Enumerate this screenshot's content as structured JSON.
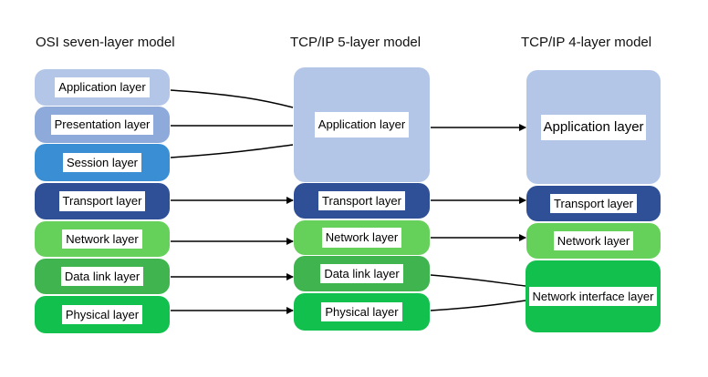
{
  "columns": {
    "osi": {
      "title": "OSI seven-layer model",
      "layers": [
        "Application layer",
        "Presentation layer",
        "Session layer",
        "Transport layer",
        "Network layer",
        "Data link layer",
        "Physical layer"
      ]
    },
    "tcp5": {
      "title": "TCP/IP 5-layer model",
      "layers": [
        "Application layer",
        "Transport layer",
        "Network layer",
        "Data link layer",
        "Physical layer"
      ]
    },
    "tcp4": {
      "title": "TCP/IP 4-layer model",
      "layers": [
        "Application layer",
        "Transport layer",
        "Network layer",
        "Network interface layer"
      ]
    }
  },
  "colors": {
    "osi_application": "#b3c6e8",
    "osi_presentation": "#8eaadb",
    "osi_session": "#3a8fd4",
    "transport": "#2f4f96",
    "tcp_application": "#b3c6e8",
    "network": "#66d15a",
    "data_link": "#3fb44f",
    "physical": "#12c04d",
    "network_interface": "#12c04d",
    "connector": "#000000"
  }
}
